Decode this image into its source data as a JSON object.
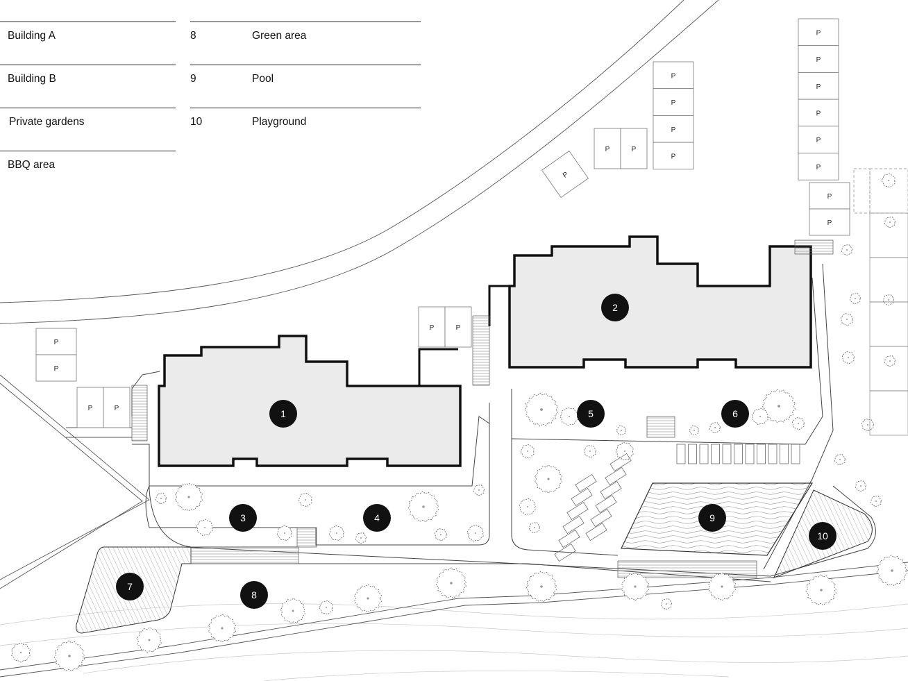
{
  "legend": {
    "items": [
      {
        "number": "",
        "label": "Building A"
      },
      {
        "number": "",
        "label": "Building B"
      },
      {
        "number": "",
        "label": "Private gardens"
      },
      {
        "number": "",
        "label": "BBQ area"
      },
      {
        "number": "8",
        "label": "Green area"
      },
      {
        "number": "9",
        "label": "Pool"
      },
      {
        "number": "10",
        "label": "Playground"
      }
    ]
  },
  "markers": [
    "1",
    "2",
    "3",
    "4",
    "5",
    "6",
    "7",
    "8",
    "9",
    "10"
  ],
  "parking_label": "P",
  "colors": {
    "ink": "#111111",
    "building_fill": "#ebebeb",
    "line": "#555555",
    "background": "#ffffff"
  }
}
